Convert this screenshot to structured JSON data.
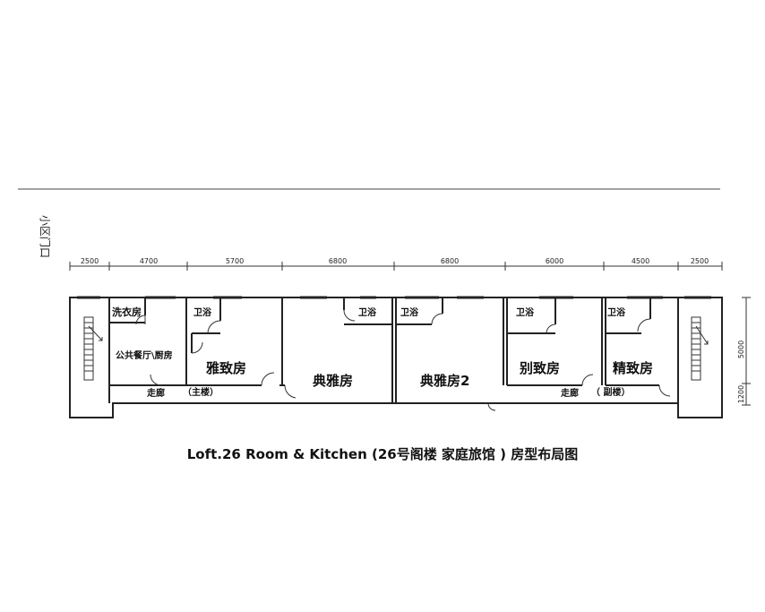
{
  "title": "Loft.26 Room & Kitchen (26号阁楼 家庭旅馆 )   房型布局图",
  "entrance_label": "小区门口",
  "dimensions_horizontal": [
    "2500",
    "4700",
    "5700",
    "6800",
    "6800",
    "6000",
    "4500",
    "2500"
  ],
  "dimensions_vertical": [
    "5000",
    "1200"
  ],
  "rooms": {
    "laundry": "洗衣房",
    "kitchen": "公共餐厅\\厨房",
    "yazhi": "雅致房",
    "dianya": "典雅房",
    "dianya2": "典雅房2",
    "biezhi": "别致房",
    "jingzhi": "精致房"
  },
  "bathroom_label": "卫浴",
  "corridor_label": "走廊",
  "main_building": "（主楼）",
  "sub_building": "（ 副楼）",
  "colors": {
    "line": "#222222",
    "background": "#ffffff"
  }
}
